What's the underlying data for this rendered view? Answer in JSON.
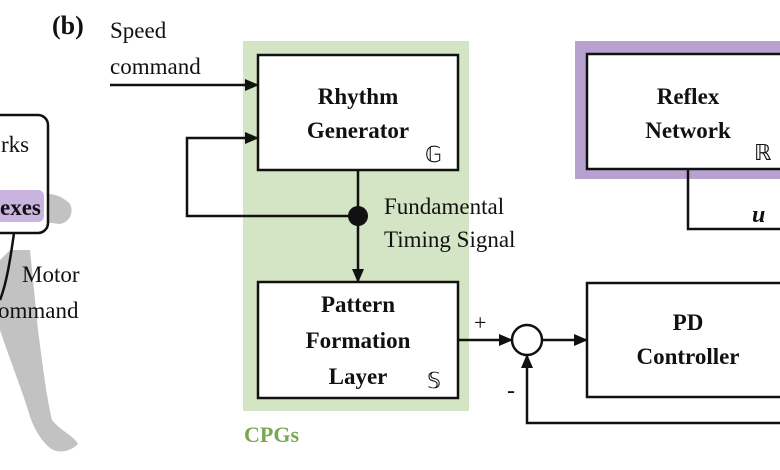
{
  "colors": {
    "cpg_region": "#d3e5c5",
    "cpg_label": "#7aa850",
    "reflex_border": "#b7a2cf",
    "reflex_chip": "#c9b4e0",
    "leg_gray": "#c2c2c2",
    "line": "#111111"
  },
  "panel_label": "(b)",
  "left_fragment": {
    "networks_text": "rks",
    "reflexes_text": "exes",
    "motor_text": "Motor",
    "command_text": "ommand"
  },
  "inputs": {
    "speed_line1": "Speed",
    "speed_line2": "command"
  },
  "cpg_label": "CPGs",
  "rhythm_generator": {
    "line1": "Rhythm",
    "line2": "Generator",
    "symbol": "𝔾"
  },
  "pattern_formation": {
    "line1": "Pattern",
    "line2": "Formation",
    "line3": "Layer",
    "symbol": "𝕊"
  },
  "timing_signal": {
    "line1": "Fundamental",
    "line2": "Timing Signal"
  },
  "reflex_network": {
    "line1": "Reflex",
    "line2": "Network",
    "symbol": "ℝ"
  },
  "reflex_output_fragment": "u",
  "pd_controller": {
    "line1": "PD",
    "line2": "Controller"
  },
  "summing_junction": {
    "plus": "+",
    "minus": "-"
  }
}
